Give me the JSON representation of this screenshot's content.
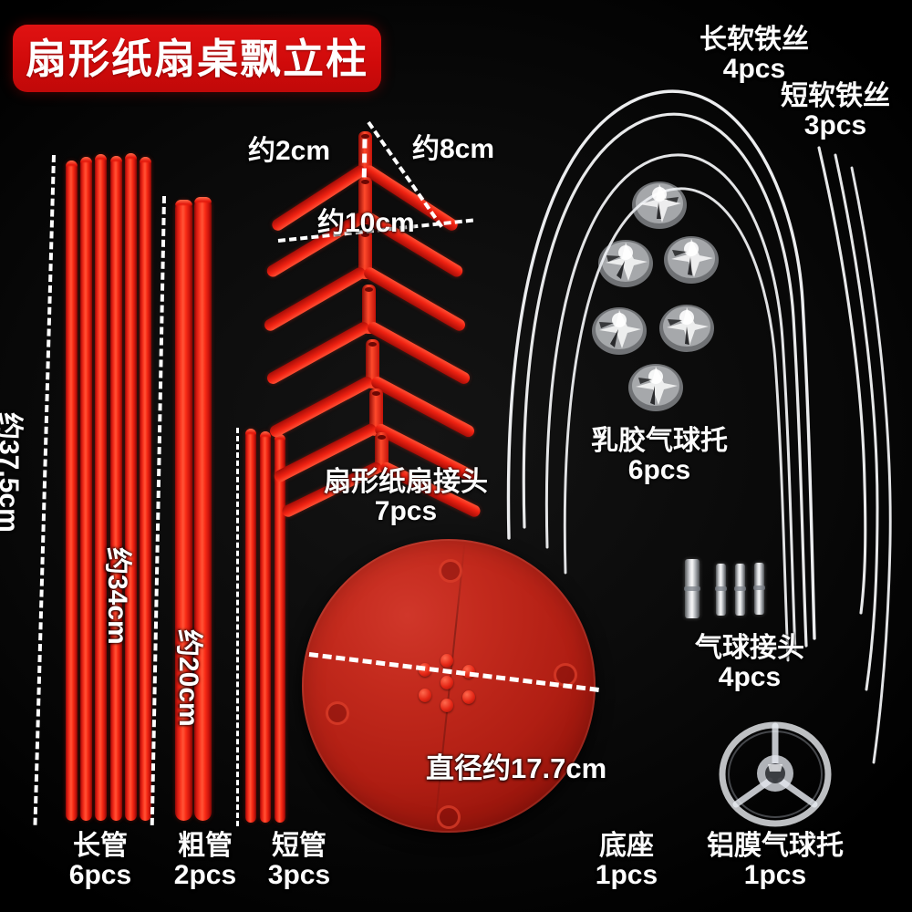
{
  "title": {
    "text": "扇形纸扇桌飘立柱",
    "badge_color": "#d60c0c",
    "text_color": "#ffffff"
  },
  "background_color": "#050505",
  "accent_red": "#e81c0d",
  "parts": [
    {
      "key": "long_tube",
      "name": "长管",
      "qty": "6pcs",
      "dimension": "约37.5cm",
      "count": 6
    },
    {
      "key": "thick_tube",
      "name": "粗管",
      "qty": "2pcs",
      "dimension": "约34cm",
      "count": 2
    },
    {
      "key": "short_tube",
      "name": "短管",
      "qty": "3pcs",
      "dimension": "约20cm",
      "count": 3
    },
    {
      "key": "fan_connector",
      "name": "扇形纸扇接头",
      "qty": "7pcs",
      "count": 7
    },
    {
      "key": "long_wire",
      "name": "长软铁丝",
      "qty": "4pcs",
      "count": 4
    },
    {
      "key": "short_wire",
      "name": "短软铁丝",
      "qty": "3pcs",
      "count": 3
    },
    {
      "key": "latex_cup",
      "name": "乳胶气球托",
      "qty": "6pcs",
      "count": 6
    },
    {
      "key": "balloon_connector",
      "name": "气球接头",
      "qty": "4pcs",
      "count": 4
    },
    {
      "key": "base",
      "name": "底座",
      "qty": "1pcs",
      "dimension": "直径约17.7cm",
      "count": 1
    },
    {
      "key": "foil_cup",
      "name": "铝膜气球托",
      "qty": "1pcs",
      "count": 1
    }
  ],
  "dimensions": {
    "long_tube": "约37.5cm",
    "thick_tube": "约34cm",
    "short_tube": "约20cm",
    "connector_stem": "约2cm",
    "connector_arm": "约8cm",
    "connector_span": "约10cm",
    "base_diameter": "直径约17.7cm"
  },
  "captions": {
    "long_tube_name": "长管",
    "long_tube_qty": "6pcs",
    "thick_tube_name": "粗管",
    "thick_tube_qty": "2pcs",
    "short_tube_name": "短管",
    "short_tube_qty": "3pcs",
    "fan_connector_name": "扇形纸扇接头",
    "fan_connector_qty": "7pcs",
    "long_wire_name": "长软铁丝",
    "long_wire_qty": "4pcs",
    "short_wire_name": "短软铁丝",
    "short_wire_qty": "3pcs",
    "latex_cup_name": "乳胶气球托",
    "latex_cup_qty": "6pcs",
    "balloon_connector_name": "气球接头",
    "balloon_connector_qty": "4pcs",
    "base_name": "底座",
    "base_qty": "1pcs",
    "foil_cup_name": "铝膜气球托",
    "foil_cup_qty": "1pcs"
  }
}
